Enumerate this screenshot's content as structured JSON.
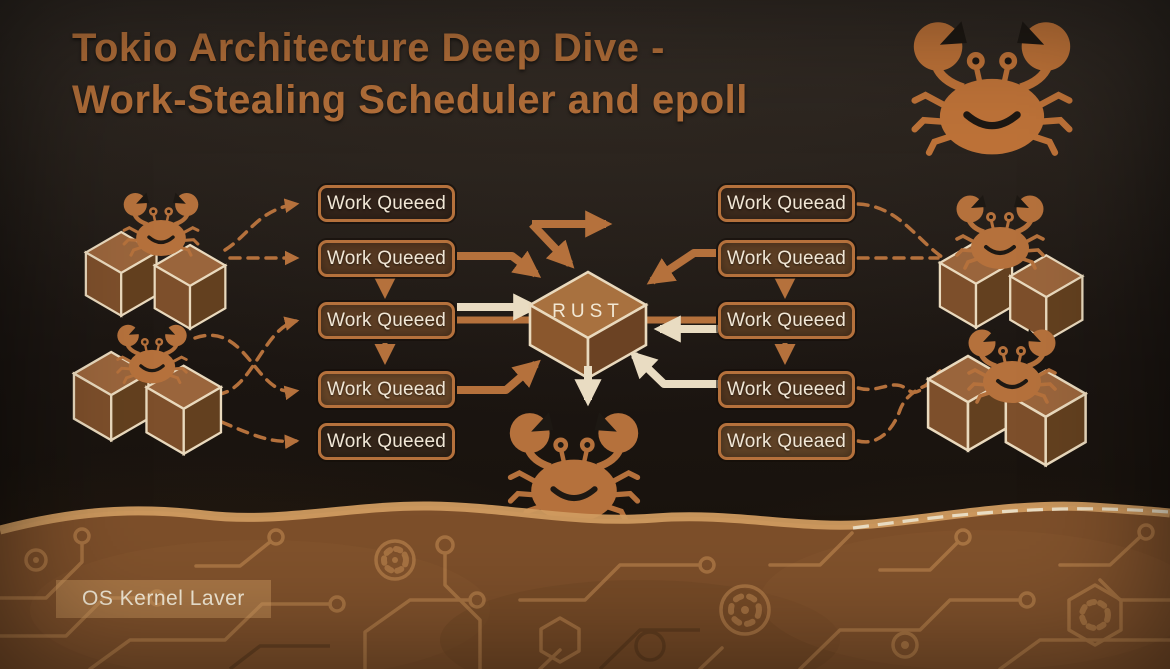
{
  "title": {
    "line1": "Tokio Architecture Deep Dive -",
    "line2": "Work-Stealing Scheduler and epoll"
  },
  "hub": {
    "label": "RUST"
  },
  "queues": {
    "left": [
      "Work Queeed",
      "Work Queeed",
      "Work Queeed",
      "Work Queead",
      "Work Queeed"
    ],
    "right": [
      "Work Queead",
      "Work Queead",
      "Work Queeed",
      "Work Queeed",
      "Work Queaed"
    ]
  },
  "kernel": {
    "label": "OS Kernel Laver"
  },
  "icons": {
    "mascot": "ferris-crab-icon",
    "task_blocks": "isometric-cube-icon",
    "hub_block": "rust-cube-icon",
    "kernel_pattern": "circuit-board-pattern"
  },
  "colors": {
    "background": "#1d1812",
    "accent_orange": "#b5713c",
    "cream": "#e9dcc2",
    "band": "#7d4f2a",
    "trace": "#c68e55"
  }
}
